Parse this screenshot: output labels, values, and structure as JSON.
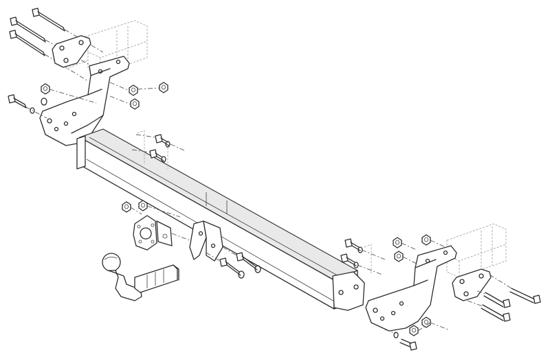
{
  "diagram": {
    "parts": [
      "frame-rail-left",
      "frame-rail-right",
      "bolt-plate-left",
      "bolt-plate-right",
      "mounting-bracket-left",
      "mounting-bracket-right",
      "crossbar-beam",
      "tow-ball-neck",
      "socket-plate",
      "socket-bracket"
    ],
    "colors": {
      "line": "#2b2b2b",
      "background": "#ffffff",
      "hidden-line": "#9a9a9a"
    }
  }
}
